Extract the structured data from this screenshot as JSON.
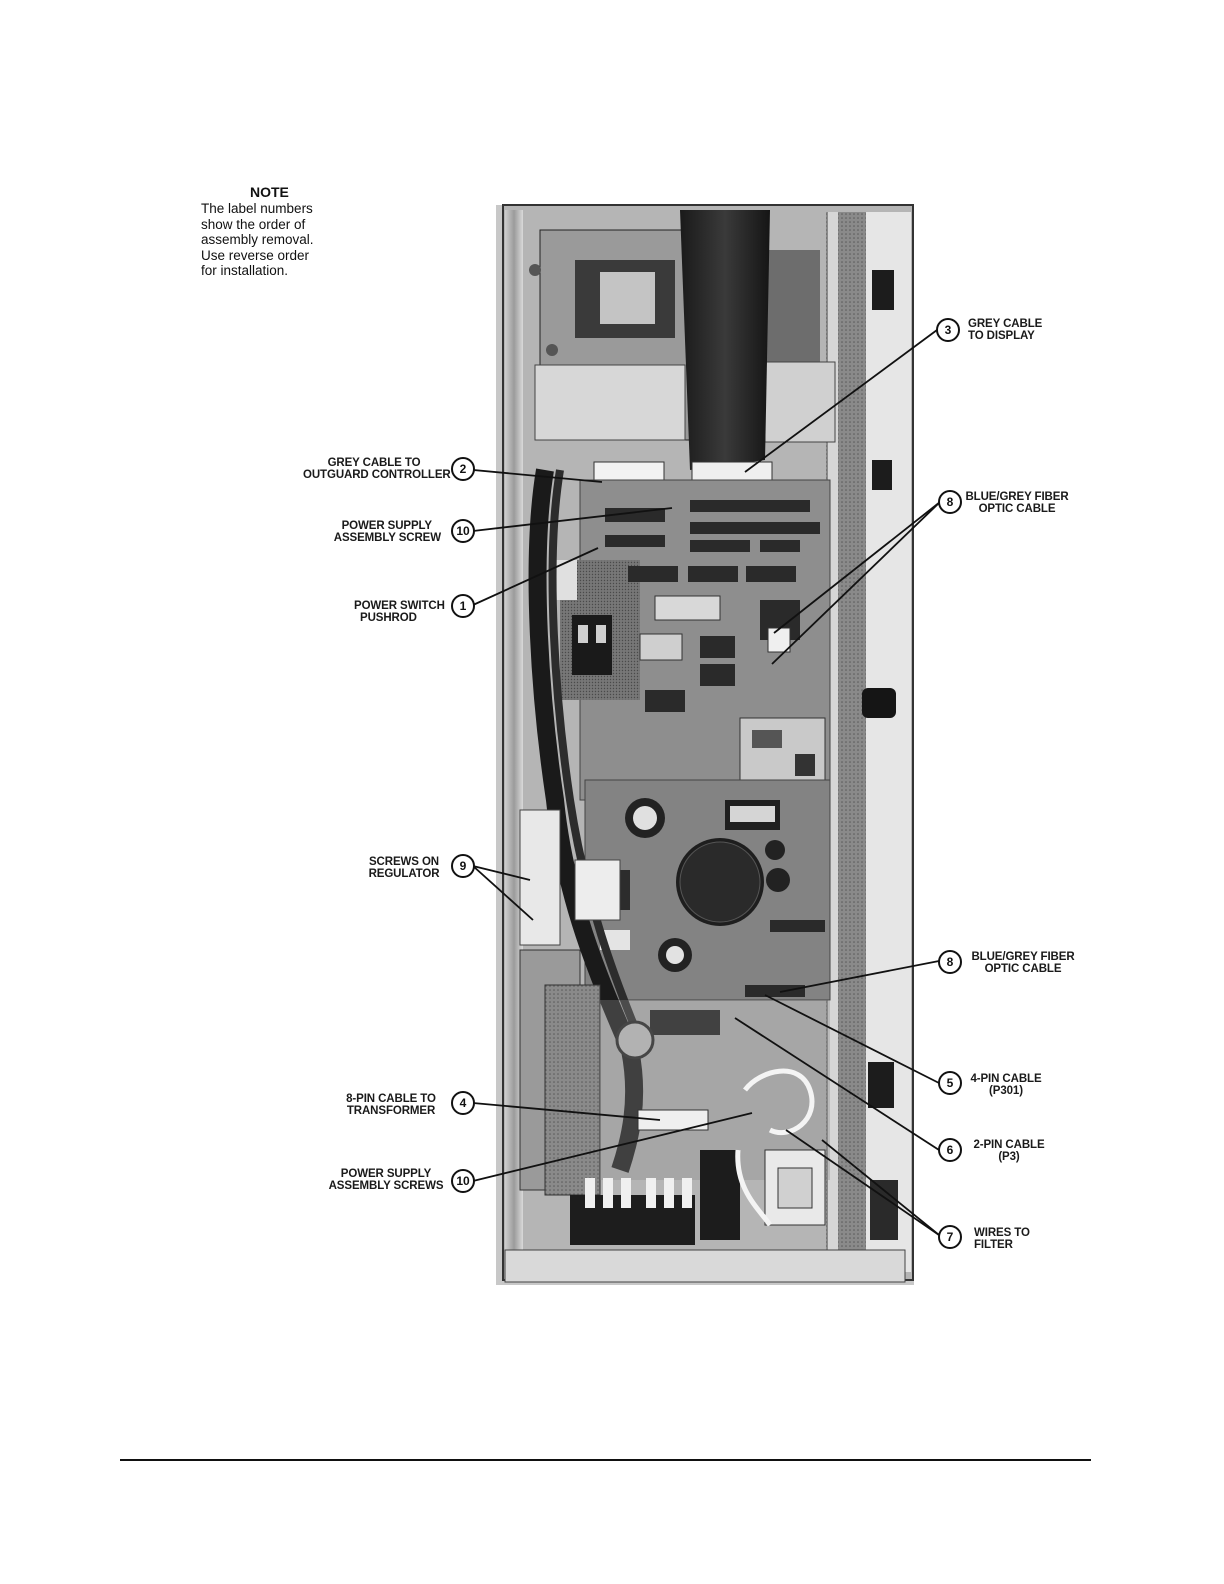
{
  "note": {
    "title": "NOTE",
    "lines": [
      "The label numbers",
      "show the order of",
      "assembly removal.",
      "Use reverse order",
      "for installation."
    ]
  },
  "callouts": {
    "c3": {
      "number": "3",
      "line1": "GREY CABLE",
      "line2": "TO DISPLAY"
    },
    "c2": {
      "number": "2",
      "line1": "GREY CABLE TO",
      "line2": "OUTGUARD CONTROLLER"
    },
    "c8a": {
      "number": "8",
      "line1": "BLUE/GREY FIBER",
      "line2": "OPTIC CABLE"
    },
    "c10a": {
      "number": "10",
      "line1": "POWER SUPPLY",
      "line2": "ASSEMBLY SCREW"
    },
    "c1": {
      "number": "1",
      "line1": "POWER SWITCH",
      "line2": "PUSHROD"
    },
    "c9": {
      "number": "9",
      "line1": "SCREWS ON",
      "line2": "REGULATOR"
    },
    "c8b": {
      "number": "8",
      "line1": "BLUE/GREY FIBER",
      "line2": "OPTIC CABLE"
    },
    "c5": {
      "number": "5",
      "line1": "4-PIN CABLE",
      "line2": "(P301)"
    },
    "c4": {
      "number": "4",
      "line1": "8-PIN CABLE TO",
      "line2": "TRANSFORMER"
    },
    "c6": {
      "number": "6",
      "line1": "2-PIN CABLE",
      "line2": "(P3)"
    },
    "c10b": {
      "number": "10",
      "line1": "POWER SUPPLY",
      "line2": "ASSEMBLY SCREWS"
    },
    "c7": {
      "number": "7",
      "line1": "WIRES TO",
      "line2": "FILTER"
    }
  }
}
